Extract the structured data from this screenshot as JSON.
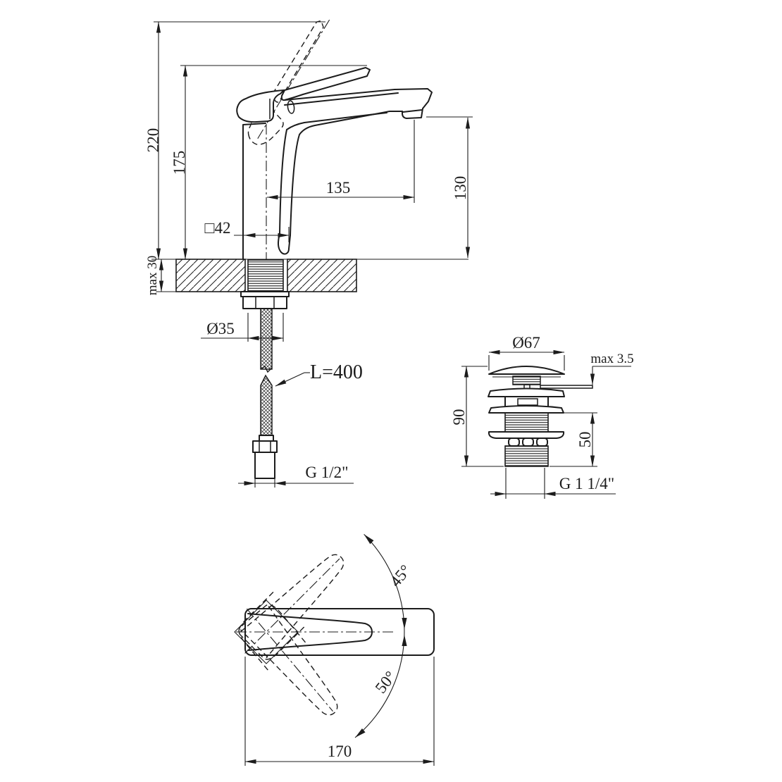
{
  "drawing": {
    "background": "#ffffff",
    "line_color": "#1c1c1c"
  },
  "views": {
    "main": {
      "title": "faucet-side-view",
      "dims": {
        "height_total": "220",
        "height_handle": "175",
        "spout_reach": "135",
        "spout_height": "130",
        "base_square": "□42",
        "deck_thickness": "max 30",
        "shank_diameter": "Ø35",
        "hose_length": "L=400",
        "hose_thread": "G 1/2\""
      }
    },
    "drain": {
      "title": "pop-up-waste-view",
      "dims": {
        "cap_diameter": "Ø67",
        "plate_thickness": "max 3.5",
        "height": "90",
        "thread_length": "50",
        "thread": "G 1 1/4\""
      }
    },
    "top": {
      "title": "faucet-top-view",
      "dims": {
        "handle_angle_up": "45°",
        "handle_angle_down": "50°",
        "length": "170"
      }
    }
  }
}
